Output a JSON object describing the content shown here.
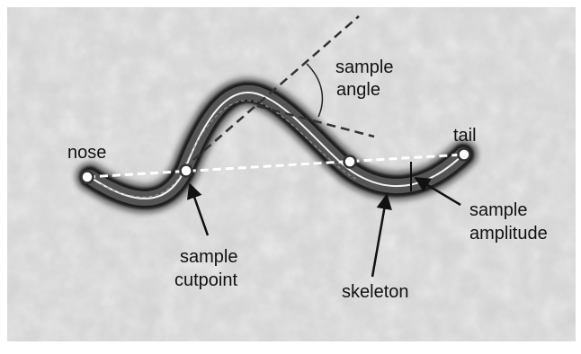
{
  "labels": {
    "nose": "nose",
    "tail": "tail",
    "sample_angle_line1": "sample",
    "sample_angle_line2": "angle",
    "sample_amplitude_line1": "sample",
    "sample_amplitude_line2": "amplitude",
    "sample_cutpoint_line1": "sample",
    "sample_cutpoint_line2": "cutpoint",
    "skeleton": "skeleton"
  },
  "colors": {
    "background": "#d3d3d3",
    "frame": "#ffffff",
    "worm_body": "#555555",
    "worm_edge": "#1e1e1e",
    "skeleton": "#f2f2f2",
    "annotation": "#111111"
  }
}
